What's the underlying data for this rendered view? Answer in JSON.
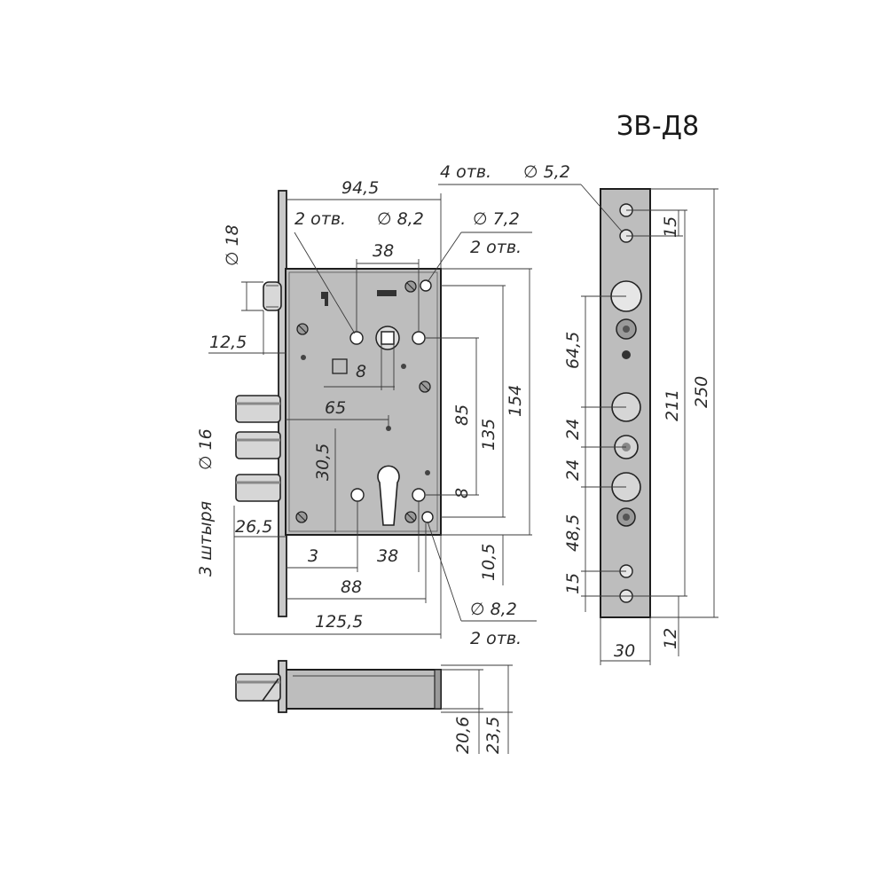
{
  "title": "ЗВ-Д8",
  "front_view": {
    "dims": {
      "width_top": "94,5",
      "holes_top_left": "2 отв.",
      "holes_top_left_dia": "∅ 8,2",
      "holes_top_right_dia": "∅ 7,2",
      "holes_top_right": "2 отв.",
      "spacing_38_top": "38",
      "deadbolt_dia": "∅ 18",
      "offset_12_5": "12,5",
      "spindle_square": "8",
      "dist_65": "65",
      "dist_85": "85",
      "dist_135": "135",
      "dist_154": "154",
      "dist_30_5": "30,5",
      "dist_8": "8",
      "pins_dia": "∅ 16",
      "pins_label": "3 штыря",
      "dist_26_5": "26,5",
      "dist_3": "3",
      "spacing_38_bottom": "38",
      "dist_10_5": "10,5",
      "backset_88": "88",
      "total_125_5": "125,5",
      "holes_bottom_dia": "∅ 8,2",
      "holes_bottom": "2 отв."
    }
  },
  "faceplate_view": {
    "holes_label": "4 отв.",
    "holes_dia": "∅ 5,2",
    "dims": {
      "d15_top": "15",
      "d64_5": "64,5",
      "d24_a": "24",
      "d24_b": "24",
      "d48_5": "48,5",
      "d15_bottom": "15",
      "d211": "211",
      "d250": "250",
      "d30": "30",
      "d12": "12"
    }
  },
  "side_view": {
    "dims": {
      "d20_6": "20,6",
      "d23_5": "23,5"
    }
  },
  "colors": {
    "body": "#bdbdbd",
    "outline": "#1e1e1e"
  }
}
